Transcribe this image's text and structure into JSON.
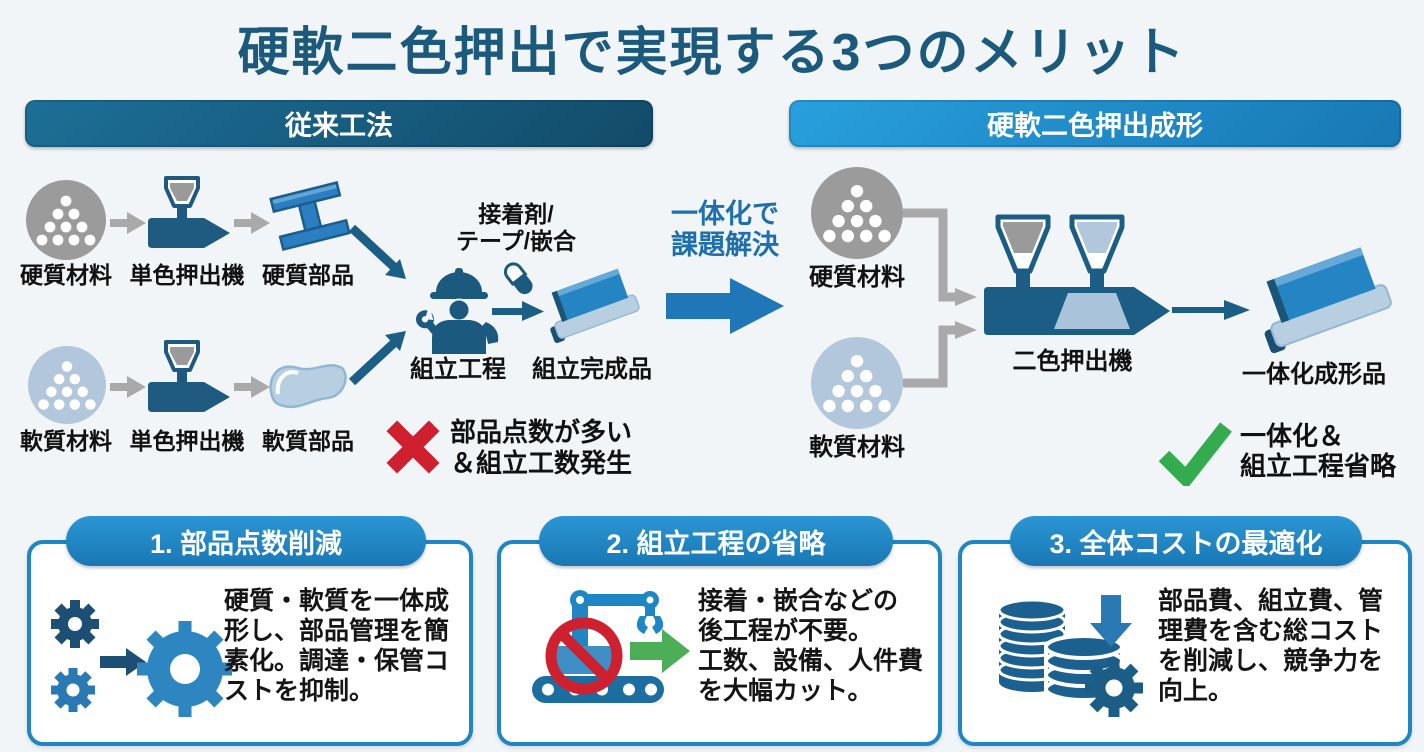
{
  "title": "硬軟二色押出で実現する3つのメリット",
  "colors": {
    "title": "#1c5a7d",
    "conventional_header_bg": "#16587b",
    "new_header_bg": "#1b87c7",
    "accent_blue": "#2077b8",
    "navy": "#1b5a7e",
    "light_blue": "#b2c7db",
    "gray": "#9b9b9b",
    "red": "#cf2030",
    "green": "#35ab4f",
    "card_border": "#1f86c5"
  },
  "conventional": {
    "header": "従来工法",
    "hard_material": "硬質材料",
    "hard_extruder": "単色押出機",
    "hard_part": "硬質部品",
    "soft_material": "軟質材料",
    "soft_extruder": "単色押出機",
    "soft_part": "軟質部品",
    "joining_note": "接着剤/\nテープ/嵌合",
    "assembly_step": "組立工程",
    "assembled_product": "組立完成品",
    "problem": "部品点数が多い\n＆組立工数発生"
  },
  "transition": {
    "label": "一体化で\n課題解決"
  },
  "two_color": {
    "header": "硬軟二色押出成形",
    "hard_material": "硬質材料",
    "soft_material": "軟質材料",
    "extruder": "二色押出機",
    "product": "一体化成形品",
    "benefit": "一体化＆\n組立工程省略"
  },
  "benefits": [
    {
      "title": "1. 部品点数削減",
      "description": "硬質・軟質を一体成\n形し、部品管理を簡\n素化。調達・保管コ\nストを抑制。"
    },
    {
      "title": "2. 組立工程の省略",
      "description": "接着・嵌合などの\n後工程が不要。\n工数、設備、人件費\nを大幅カット。"
    },
    {
      "title": "3. 全体コストの最適化",
      "description": "部品費、組立費、管\n理費を含む総コスト\nを削減し、競争力を\n向上。"
    }
  ]
}
